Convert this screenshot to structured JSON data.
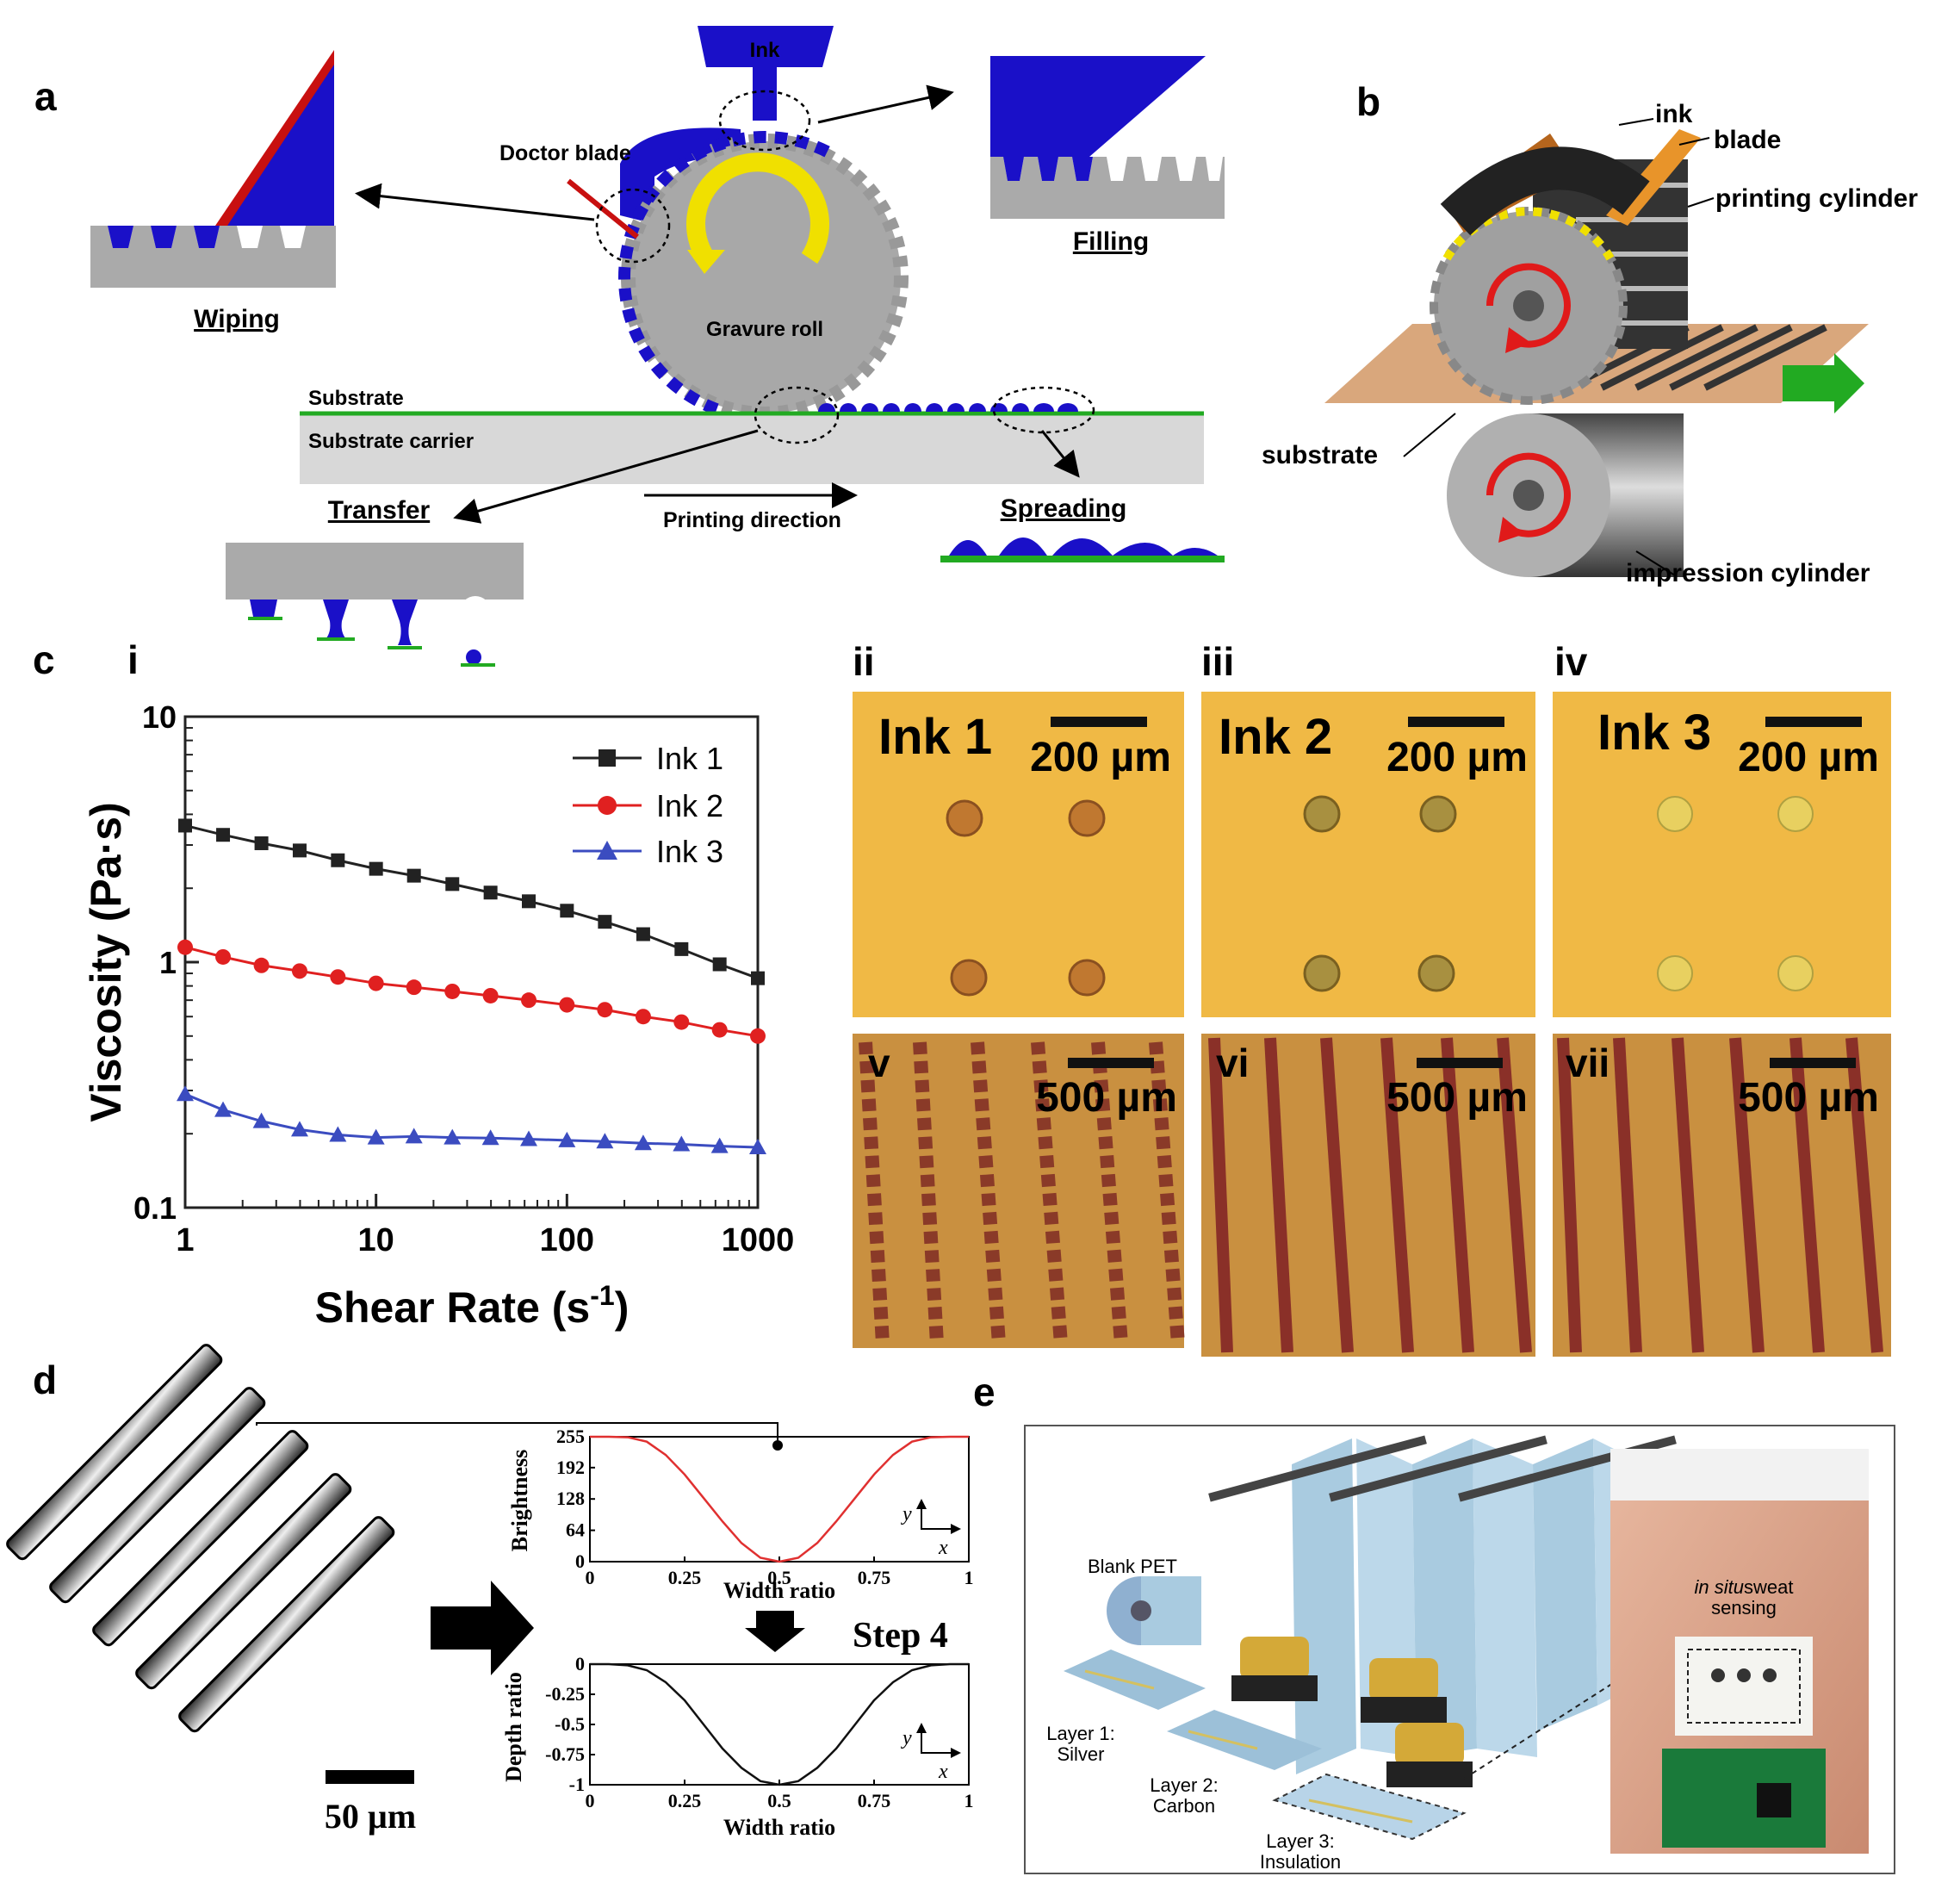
{
  "panels": {
    "a": "a",
    "b": "b",
    "c": "c",
    "d": "d",
    "e": "e"
  },
  "panel_a": {
    "ink": "Ink",
    "doctor_blade": "Doctor blade",
    "gravure_roll": "Gravure roll",
    "substrate": "Substrate",
    "substrate_carrier": "Substrate carrier",
    "printing_direction": "Printing direction",
    "wiping": "Wiping",
    "filling": "Filling",
    "transfer": "Transfer",
    "spreading": "Spreading",
    "colors": {
      "ink": "#1a10c8",
      "blade": "#c81010",
      "wiping": "#1a9a1a",
      "filling": "#1a10c8",
      "transfer": "#9a20c8",
      "spreading": "#e01a1a",
      "roll": "#a8a8a8",
      "carrier": "#d8d8d8",
      "arrow": "#f0e000"
    }
  },
  "panel_b": {
    "ink": "ink",
    "blade": "blade",
    "printing_cylinder": "printing cylinder",
    "substrate": "substrate",
    "impression_cylinder": "impression cylinder"
  },
  "panel_c": {
    "sub_i": "i",
    "sub_ii": "ii",
    "sub_iii": "iii",
    "sub_iv": "iv",
    "sub_v": "v",
    "sub_vi": "vi",
    "sub_vii": "vii",
    "micro_top": [
      {
        "label": "Ink 1",
        "scale": "200 µm"
      },
      {
        "label": "Ink 2",
        "scale": "200 µm"
      },
      {
        "label": "Ink 3",
        "scale": "200 µm"
      }
    ],
    "micro_bottom": [
      {
        "scale": "500 µm"
      },
      {
        "scale": "500 µm"
      },
      {
        "scale": "500 µm"
      }
    ]
  },
  "chart_data": [
    {
      "type": "line",
      "xlabel": "Shear Rate (s",
      "xlabel_sup": "-1",
      "xlabel_close": ")",
      "ylabel": "Viscosity (Pa·s)",
      "xscale": "log",
      "yscale": "log",
      "xlim": [
        1,
        1000
      ],
      "ylim": [
        0.1,
        10
      ],
      "xticks": [
        "1",
        "10",
        "100",
        "1000"
      ],
      "yticks": [
        "0.1",
        "1",
        "10"
      ],
      "legend_position": "top-right",
      "x": [
        1,
        1.58,
        2.51,
        3.98,
        6.31,
        10,
        15.8,
        25.1,
        39.8,
        63.1,
        100,
        158,
        251,
        398,
        631,
        1000
      ],
      "series": [
        {
          "name": "Ink 1",
          "marker": "square",
          "color": "#222222",
          "values": [
            3.6,
            3.3,
            3.05,
            2.85,
            2.6,
            2.4,
            2.25,
            2.08,
            1.92,
            1.77,
            1.62,
            1.46,
            1.3,
            1.13,
            0.98,
            0.86
          ]
        },
        {
          "name": "Ink 2",
          "marker": "circle",
          "color": "#e02020",
          "values": [
            1.15,
            1.05,
            0.97,
            0.92,
            0.87,
            0.82,
            0.79,
            0.76,
            0.73,
            0.7,
            0.67,
            0.64,
            0.6,
            0.57,
            0.53,
            0.5
          ]
        },
        {
          "name": "Ink 3",
          "marker": "triangle",
          "color": "#3b4cc0",
          "values": [
            0.29,
            0.25,
            0.225,
            0.208,
            0.198,
            0.193,
            0.195,
            0.193,
            0.192,
            0.19,
            0.188,
            0.186,
            0.183,
            0.181,
            0.178,
            0.176
          ]
        }
      ]
    },
    {
      "type": "line",
      "xlabel": "Width ratio",
      "ylabel": "Brightness",
      "xlim": [
        0,
        1
      ],
      "ylim": [
        0,
        255
      ],
      "xticks": [
        "0",
        "0.25",
        "0.5",
        "0.75",
        "1"
      ],
      "yticks": [
        "0",
        "64",
        "128",
        "192",
        "255"
      ],
      "series": [
        {
          "color": "#e03030",
          "x": [
            0,
            0.05,
            0.1,
            0.15,
            0.2,
            0.25,
            0.3,
            0.35,
            0.4,
            0.45,
            0.5,
            0.55,
            0.6,
            0.65,
            0.7,
            0.75,
            0.8,
            0.85,
            0.9,
            0.95,
            1
          ],
          "values": [
            255,
            255,
            254,
            245,
            218,
            178,
            130,
            82,
            38,
            8,
            0,
            8,
            38,
            82,
            130,
            178,
            218,
            245,
            254,
            255,
            255
          ]
        }
      ]
    },
    {
      "type": "line",
      "xlabel": "Width ratio",
      "ylabel": "Depth ratio",
      "xlim": [
        0,
        1
      ],
      "ylim": [
        -1,
        0
      ],
      "xticks": [
        "0",
        "0.25",
        "0.5",
        "0.75",
        "1"
      ],
      "yticks": [
        "0",
        "-0.25",
        "-0.5",
        "-0.75",
        "-1"
      ],
      "series": [
        {
          "color": "#111111",
          "x": [
            0,
            0.05,
            0.1,
            0.15,
            0.2,
            0.25,
            0.3,
            0.35,
            0.4,
            0.45,
            0.5,
            0.55,
            0.6,
            0.65,
            0.7,
            0.75,
            0.8,
            0.85,
            0.9,
            0.95,
            1
          ],
          "values": [
            0,
            0,
            -0.01,
            -0.05,
            -0.15,
            -0.3,
            -0.5,
            -0.7,
            -0.86,
            -0.97,
            -1,
            -0.97,
            -0.86,
            -0.7,
            -0.5,
            -0.3,
            -0.15,
            -0.05,
            -0.01,
            0,
            0
          ]
        }
      ]
    }
  ],
  "panel_d": {
    "scale": "50 µm",
    "step": "Step 4",
    "axis_y": "y",
    "axis_x": "x"
  },
  "panel_e": {
    "blank_pet": "Blank PET",
    "layer1": "Layer 1:",
    "layer1b": "Silver",
    "layer2": "Layer 2:",
    "layer2b": "Carbon",
    "layer3": "Layer 3:",
    "layer3b": "Insulation",
    "in_situ": "in situ",
    "sweat1": " sweat",
    "sweat2": "sensing"
  }
}
